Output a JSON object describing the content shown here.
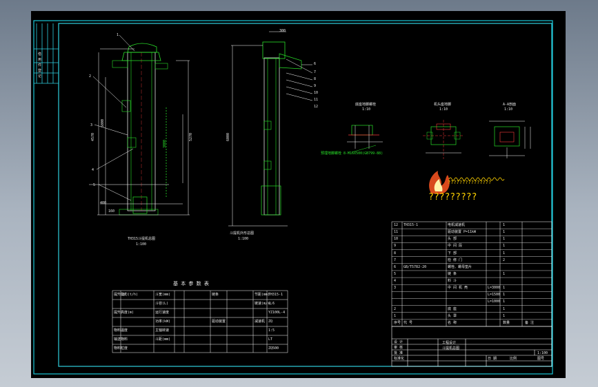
{
  "drawing": {
    "views": {
      "side_view_label": "TH315斗提机总图",
      "side_view_scale": "1:100",
      "front_view_label": "斗提机外形总图",
      "front_view_scale": "1:100",
      "detail1_label": "底座地脚螺栓",
      "detail1_scale": "1:10",
      "detail2_label": "机头座地脚",
      "detail2_scale": "1:10",
      "detail3_label": "A-A剖面",
      "detail3_scale": "1:10",
      "bolt_note": "预埋地脚螺栓 8-M16X500(GB799-88)",
      "question_marks": "?????????",
      "logo_caption_marks": "???????????????"
    },
    "dimensions": {
      "dim_top_right": "300",
      "dim_left_height": "4570",
      "dim_total": "5800",
      "dim_right": "5270",
      "dim_front": "6000",
      "dim_bottom1": "400",
      "dim_bottom2": "160",
      "dim_mid_text": "3000"
    },
    "callouts": [
      "1",
      "2",
      "3",
      "4",
      "5",
      "6",
      "7",
      "8",
      "9",
      "10",
      "11",
      "12"
    ],
    "spec_table": {
      "title": "基 本 参 数 表",
      "rows": [
        [
          "提升能力(t/h)",
          "30",
          "斗宽(mm)",
          "",
          "",
          "链条",
          "",
          "节距(mm)",
          "TH315-1"
        ],
        [
          "",
          "",
          "斗容(L)",
          "",
          "",
          "",
          "",
          "链速(m/s)",
          "1.6"
        ],
        [
          "提升高度(m)",
          "",
          "运行速度",
          "",
          "",
          "",
          "",
          "",
          "YZ100L-4"
        ],
        [
          "",
          "",
          "功率(kW)",
          "",
          "",
          "驱动装置",
          "",
          "减速机",
          "ZQ"
        ],
        [
          "物料温度",
          "",
          "主轴转速",
          "",
          "",
          "",
          "",
          "",
          "1:5"
        ],
        [
          "输送物料",
          "",
          "斗距(mm)",
          "",
          "",
          "",
          "",
          "",
          "LT"
        ],
        [
          "物料粒度",
          "",
          "",
          "",
          "",
          "",
          "",
          "",
          "ZQ500"
        ]
      ]
    },
    "parts_table": {
      "rows": [
        [
          "12",
          "TH315-1",
          "电机减速机",
          "",
          "1",
          ""
        ],
        [
          "11",
          "",
          "驱动装置 P=11kW",
          "",
          "1",
          ""
        ],
        [
          "10",
          "",
          "头  部",
          "",
          "1",
          ""
        ],
        [
          "9",
          "",
          "中 间 段",
          "",
          "1",
          ""
        ],
        [
          "8",
          "",
          "下  部",
          "",
          "1",
          ""
        ],
        [
          "7",
          "",
          "检 修 门",
          "",
          "2",
          ""
        ],
        [
          "6",
          "GB/T5782-20",
          "螺栓、螺母垫片",
          "",
          "",
          ""
        ],
        [
          "5",
          "",
          "链  条",
          "",
          "1",
          ""
        ],
        [
          "4",
          "",
          "料  斗",
          "",
          "",
          ""
        ],
        [
          "3",
          "",
          "中 间 机 壳",
          "L=3000",
          "1",
          ""
        ],
        [
          "",
          "",
          "",
          "L=1500",
          "1",
          ""
        ],
        [
          "",
          "",
          "",
          "L=1000",
          "1",
          ""
        ],
        [
          "2",
          "",
          "底  座",
          "",
          "1",
          ""
        ],
        [
          "1",
          "",
          "头  罩",
          "",
          "1",
          ""
        ]
      ],
      "header": [
        "序号",
        "代 号",
        "名 称",
        "",
        "数量",
        "备 注"
      ]
    },
    "title_block": {
      "drawing_title": "斗提机总图",
      "company": "工程设计",
      "labels": [
        "设 计",
        "审 核",
        "批 准",
        "标准化",
        "日 期",
        "比例"
      ],
      "ratio": "1:100",
      "mark": "图号"
    },
    "left_strip": [
      "借",
      "用",
      "件",
      "登",
      "记"
    ]
  }
}
